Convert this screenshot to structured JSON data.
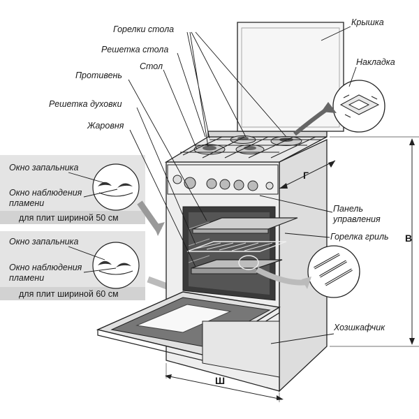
{
  "labels": {
    "burners": "Горелки стола",
    "lid": "Крышка",
    "table_grate": "Решетка стола",
    "cover_plate": "Накладка",
    "table": "Стол",
    "baking_tray": "Противень",
    "oven_grate": "Решетка духовки",
    "roaster": "Жаровня",
    "control_panel_1": "Панель",
    "control_panel_2": "управления",
    "grill_burner": "Горелка гриль",
    "storage_drawer": "Хозшкафчик"
  },
  "insets": [
    {
      "igniter_window": "Окно запальника",
      "flame_window_1": "Окно наблюдения",
      "flame_window_2": "пламени",
      "caption": "для плит шириной 50 см"
    },
    {
      "igniter_window": "Окно запальника",
      "flame_window_1": "Окно наблюдения",
      "flame_window_2": "пламени",
      "caption": "для плит шириной 60 см"
    }
  ],
  "dimensions": {
    "height": "В",
    "depth": "Г",
    "width": "Ш"
  },
  "colors": {
    "inset_bg": "#e4e4e4",
    "inset_caption_bg": "#d2d2d2",
    "stove_body": "#eeeeee",
    "oven_interior": "#3a3a3a",
    "line": "#1a1a1a"
  }
}
